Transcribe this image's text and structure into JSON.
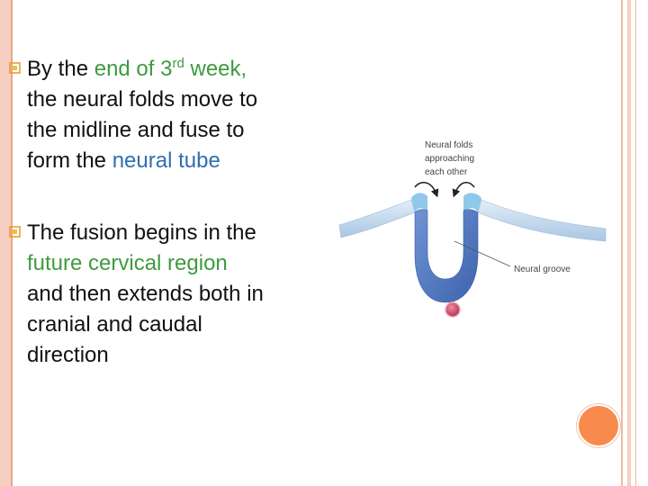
{
  "bullets": [
    {
      "lines": [
        [
          {
            "text": "By the ",
            "tone": "plain"
          },
          {
            "text": "end of 3",
            "tone": "green"
          },
          {
            "text": "rd",
            "tone": "green",
            "sup": true
          },
          {
            "text": " week,",
            "tone": "green"
          }
        ],
        [
          {
            "text": "the neural folds move to",
            "tone": "plain"
          }
        ],
        [
          {
            "text": "the midline and fuse to",
            "tone": "plain"
          }
        ],
        [
          {
            "text": "form the ",
            "tone": "plain"
          },
          {
            "text": "neural tube",
            "tone": "blue"
          }
        ]
      ]
    },
    {
      "lines": [
        [
          {
            "text": "The fusion begins in the",
            "tone": "plain"
          }
        ],
        [
          {
            "text": "future cervical region",
            "tone": "green"
          }
        ],
        [
          {
            "text": "and then extends both in",
            "tone": "plain"
          }
        ],
        [
          {
            "text": "cranial and caudal",
            "tone": "plain"
          }
        ],
        [
          {
            "text": "direction",
            "tone": "plain"
          }
        ]
      ]
    }
  ],
  "diagram": {
    "label_folds": [
      "Neural folds",
      "approaching",
      "each other"
    ],
    "label_groove": "Neural groove"
  },
  "colors": {
    "green": "#3e9b3f",
    "blue": "#2f6fb0",
    "frame": "#f6cfc0",
    "accent_dot": "#f98a4e",
    "neuroectoderm": "#4c75c2",
    "ectoderm": "#bcd4ea",
    "notochord": "#c0405a"
  },
  "icons": {
    "bullet": "checkbox-bullet-icon",
    "fold_arrow": "curved-arrow-icon"
  }
}
